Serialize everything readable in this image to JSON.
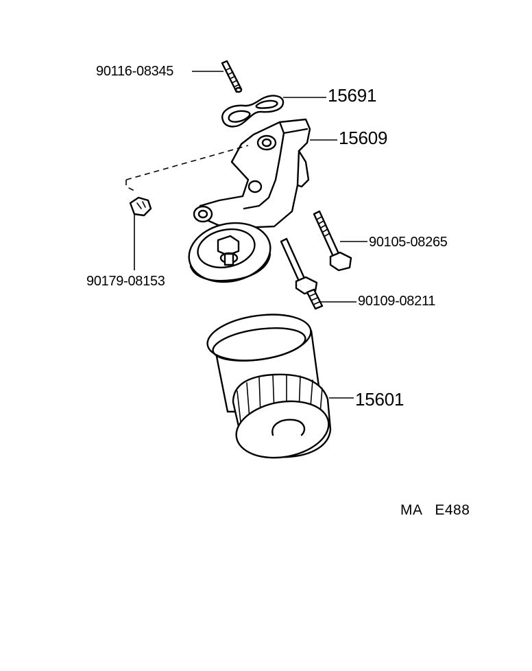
{
  "parts": {
    "stud_bolt": "90116-08345",
    "gasket": "15691",
    "bracket": "15609",
    "plug_nut": "90179-08153",
    "bolt_long": "90105-08265",
    "bolt_short": "90109-08211",
    "oil_filter": "15601"
  },
  "footer": {
    "code": "MA   E488"
  }
}
